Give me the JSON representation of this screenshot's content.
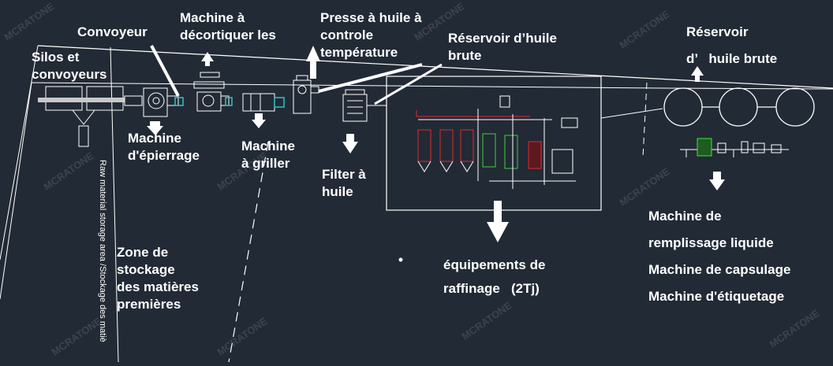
{
  "labels": {
    "silos": [
      "Silos et",
      "convoyeurs"
    ],
    "convoyeur": "Convoyeur",
    "decortiquer": [
      "Machine à",
      "décortiquer les"
    ],
    "presse": [
      "Presse à huile à",
      "controle",
      "température"
    ],
    "reservoir_brute_1": [
      "Réservoir d’huile",
      "brute"
    ],
    "reservoir_brute_2": [
      "Réservoir",
      "d’   huile brute"
    ],
    "epierrage": [
      "Machine",
      "d'épierrage"
    ],
    "griller": [
      "Machine",
      "à griller"
    ],
    "filter": [
      "Filter à",
      "huile"
    ],
    "zone": [
      "Zone de",
      "stockage",
      "des matières",
      "premières"
    ],
    "raffinage": [
      "équipements de",
      "raffinage   (2Tj)"
    ],
    "packaging": [
      "Machine de",
      "remplissage liquide",
      "Machine de capsulage",
      "Machine d'étiquetage"
    ],
    "vertical": "Raw material storage area /Stockage des matiè"
  },
  "watermark": "MCRATONE",
  "colors": {
    "background": "#222a35",
    "line": "#ffffff",
    "machine_accent": "#2ec4c4",
    "refinery_red": "#e0282f",
    "refinery_green": "#3cd23c",
    "filler_green": "#39e639"
  }
}
